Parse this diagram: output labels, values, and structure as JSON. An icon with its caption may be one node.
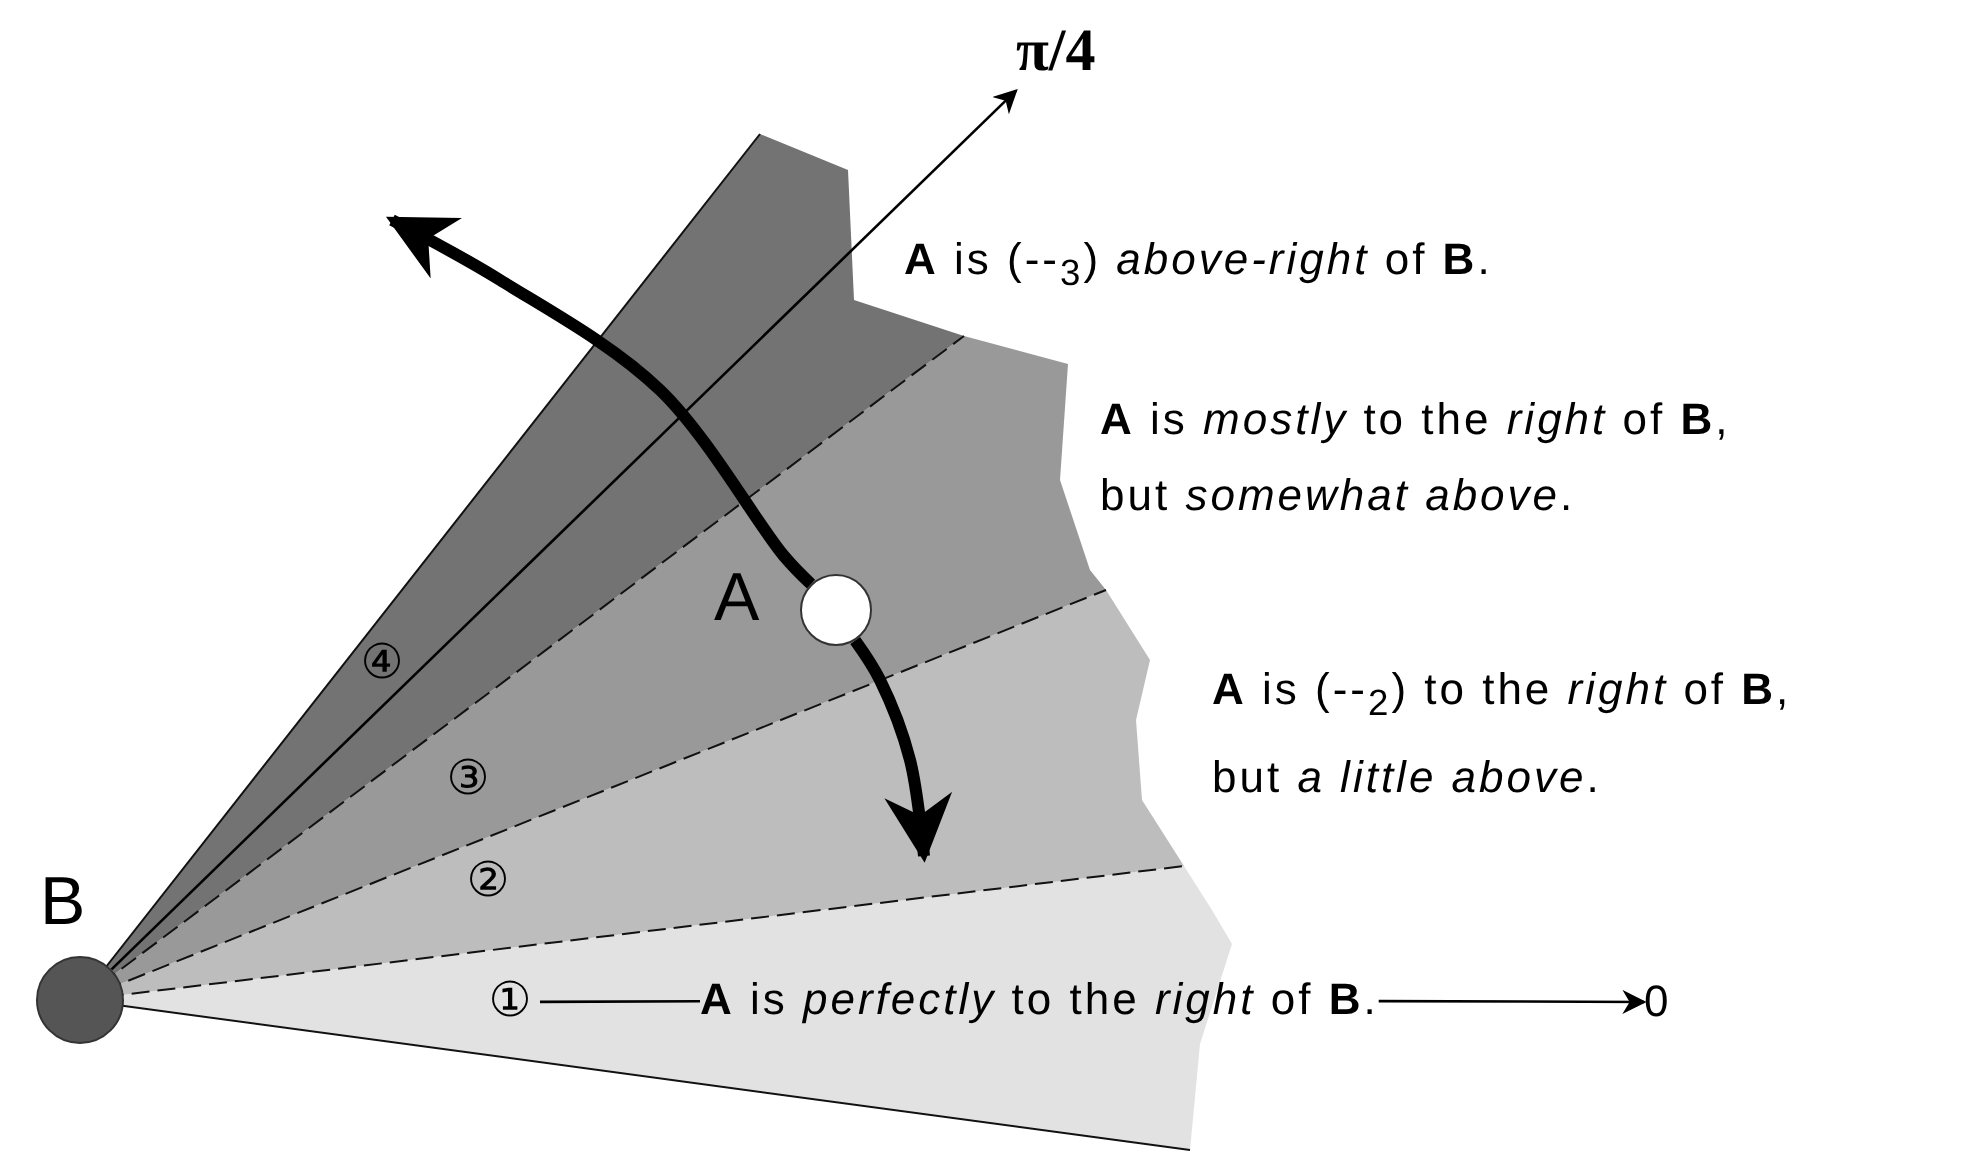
{
  "diagram": {
    "nodes": [
      {
        "text": [],
        "shape": "circle",
        "beside": [
          "B"
        ]
      },
      {
        "text": [],
        "shape": "circle",
        "beside": [
          "A"
        ]
      },
      {
        "text": [
          "π/4"
        ]
      },
      {
        "text": [
          "①"
        ]
      },
      {
        "text": [
          "**A** is *perfectly* to the *right* of **B**."
        ]
      },
      {
        "text": [
          "0"
        ]
      }
    ],
    "edges": [
      {
        "from": 0,
        "to": 2,
        "arrow": "to"
      },
      {
        "from": 3,
        "to": 4,
        "arrow": "none"
      },
      {
        "from": 4,
        "to": 5,
        "arrow": "to"
      },
      {
        "from": 1,
        "to": null,
        "arrow": "to",
        "style": "thick"
      },
      {
        "from": 1,
        "to": null,
        "arrow": "to",
        "style": "thick"
      }
    ],
    "labels": [
      "②",
      "③",
      "④",
      "**A** is (--$_{3}$) *above-right* of **B**.",
      "**A** is *mostly* to the *right* of **B**, but *somewhat above*.",
      "**A** is (--$_{2}$) to the *right* of **B**, but *a little above*."
    ]
  }
}
